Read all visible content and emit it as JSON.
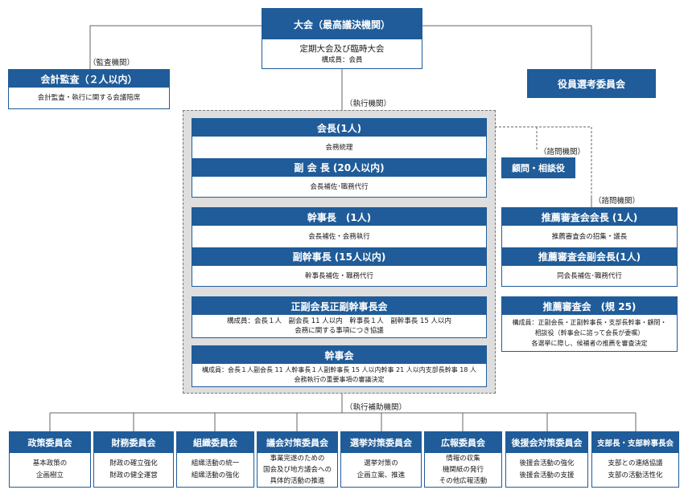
{
  "top": {
    "title": "大会（最高議決機関）",
    "subtitle": "定期大会及び臨時大会",
    "members": "構成員：会員"
  },
  "audit": {
    "label": "（監査機関）",
    "title": "会計監査（２人以内）",
    "desc": "会計監査・執行に関する会議陪席"
  },
  "election": {
    "title": "役員選考委員会"
  },
  "exec_label": "（執行機関）",
  "president": {
    "title": "会長(1人)",
    "desc": "会務統理"
  },
  "vice_president": {
    "title": "副 会 長 (20人以内)",
    "desc": "会長補佐･職務代行"
  },
  "secretary_general": {
    "title": "幹事長　(1人)",
    "desc": "会長補佐・会務執行"
  },
  "vice_secretary": {
    "title": "副幹事長 (15人以内)",
    "desc": "幹事長補佐・職務代行"
  },
  "leaders_meeting": {
    "title": "正副会長正副幹事長会",
    "line1": "構成員：会長１人　副会長 11 人以内　幹事長１人　副幹事長 15 人以内",
    "line2": "会務に関する事項につき協議"
  },
  "board": {
    "title": "幹事会",
    "line1": "構成員：会長１人副会長 11 人幹事長１人副幹事長 15 人以内幹事 21 人以内支部長幹事 18 人",
    "line2": "会務執行の重要事項の審議決定"
  },
  "advisory_label_1": "（諮問機関）",
  "advisor": {
    "title": "顧問・相談役"
  },
  "advisory_label_2": "（諮問機関）",
  "rec_chair": {
    "title": "推薦審査会会長 (1人)",
    "desc": "推薦審査会の招集・議長"
  },
  "rec_vice": {
    "title": "推薦審査会副会長(1人)",
    "desc": "同会長補佐･職務代行"
  },
  "rec_council": {
    "title": "推薦審査会　(規 25)",
    "line1": "構成員：正副会長・正副幹事長・支部長幹事・顧問・",
    "line2": "相談役（幹事会に諮って会長が委嘱）",
    "line3": "各選挙に際し、候補者の推薦を審査決定"
  },
  "support_label": "（執行補助機関）",
  "committees": [
    {
      "title": "政策委員会",
      "lines": [
        "基本政策の",
        "企画樹立"
      ]
    },
    {
      "title": "財務委員会",
      "lines": [
        "財政の確立強化",
        "財政の健全運営"
      ]
    },
    {
      "title": "組織委員会",
      "lines": [
        "組織活動の統一",
        "組織活動の強化"
      ]
    },
    {
      "title": "議会対策委員会",
      "lines": [
        "事業完遂のための",
        "国会及び地方議会への",
        "具体的活動の推進"
      ]
    },
    {
      "title": "選挙対策委員会",
      "lines": [
        "選挙対策の",
        "企画立案、推進"
      ]
    },
    {
      "title": "広報委員会",
      "lines": [
        "情報の収集",
        "機関紙の発行",
        "その他広報活動"
      ]
    },
    {
      "title": "後援会対策委員会",
      "lines": [
        "後援会活動の強化",
        "後援会活動の支援"
      ]
    },
    {
      "title": "支部長・支部幹事長会",
      "lines": [
        "支部との連絡協議",
        "支部の活動活性化"
      ]
    }
  ],
  "colors": {
    "accent": "#1f5c99",
    "panel": "#dedede",
    "line": "#666666"
  }
}
